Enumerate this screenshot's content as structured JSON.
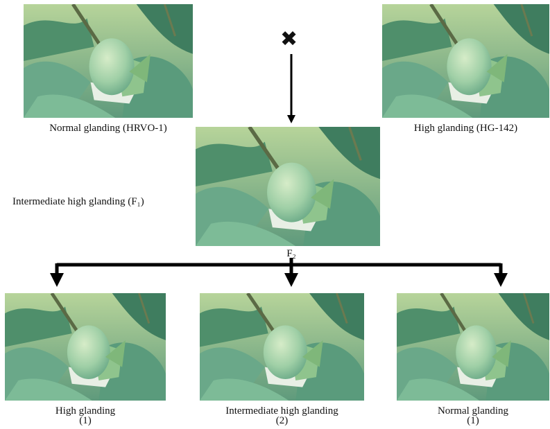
{
  "cross_symbol": "✖",
  "parents": {
    "left": "Normal glanding (HRVO-1)",
    "right": "High glanding (HG-142)"
  },
  "f1_label": "Intermediate high glanding (F₁)",
  "f2_label": "F₂",
  "offspring": [
    {
      "label": "High glanding",
      "ratio": "(1)"
    },
    {
      "label": "Intermediate high glanding",
      "ratio": "(2)"
    },
    {
      "label": "Normal glanding",
      "ratio": "(1)"
    }
  ]
}
